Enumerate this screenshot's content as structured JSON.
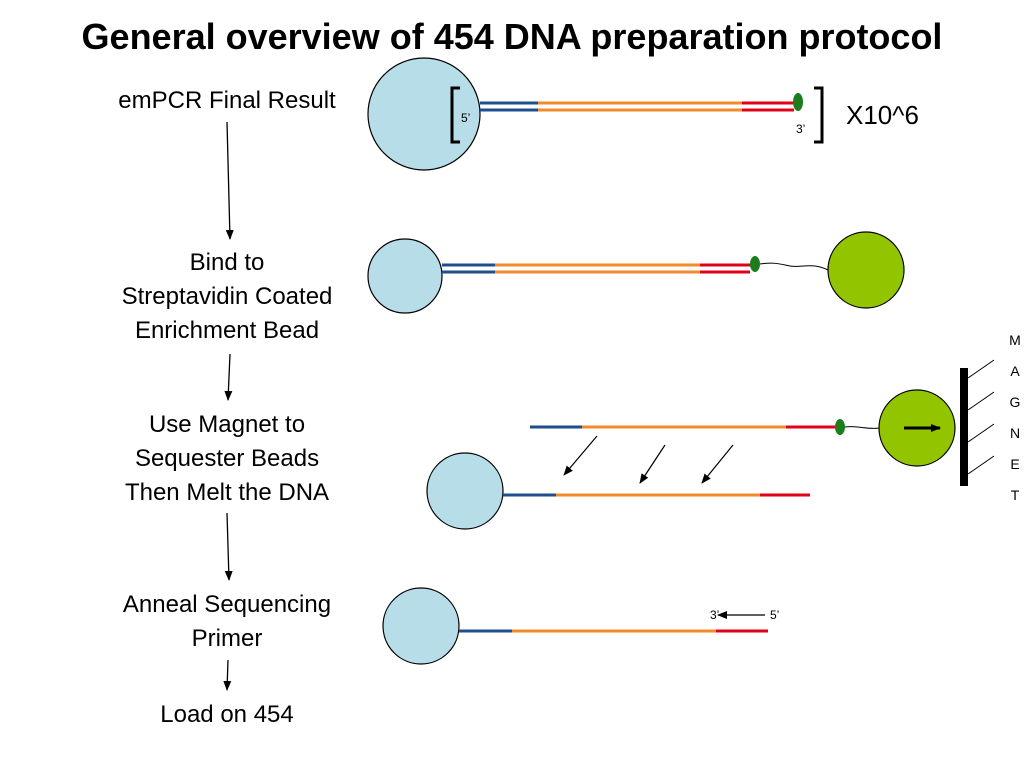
{
  "title": "General overview of 454 DNA preparation protocol",
  "steps": [
    {
      "label": "emPCR Final Result"
    },
    {
      "label": "Bind to\nStreptavidin Coated\nEnrichment Bead"
    },
    {
      "label": "Use Magnet to\nSequester Beads\nThen Melt the DNA"
    },
    {
      "label": "Anneal Sequencing\nPrimer"
    },
    {
      "label": "Load on 454"
    }
  ],
  "labels": {
    "five_prime": "5’",
    "three_prime": "3’",
    "multiplier": "X10^6",
    "magnet_letters": [
      "M",
      "A",
      "G",
      "N",
      "E",
      "T"
    ]
  },
  "colors": {
    "dna_bead": "#b7dde8",
    "enrichment_bead": "#92c400",
    "adaptor_a": "#1f4e8c",
    "insert": "#f18a2a",
    "adaptor_b": "#e0001a",
    "biotin": "#1b7d1b",
    "magnet": "#000000"
  }
}
